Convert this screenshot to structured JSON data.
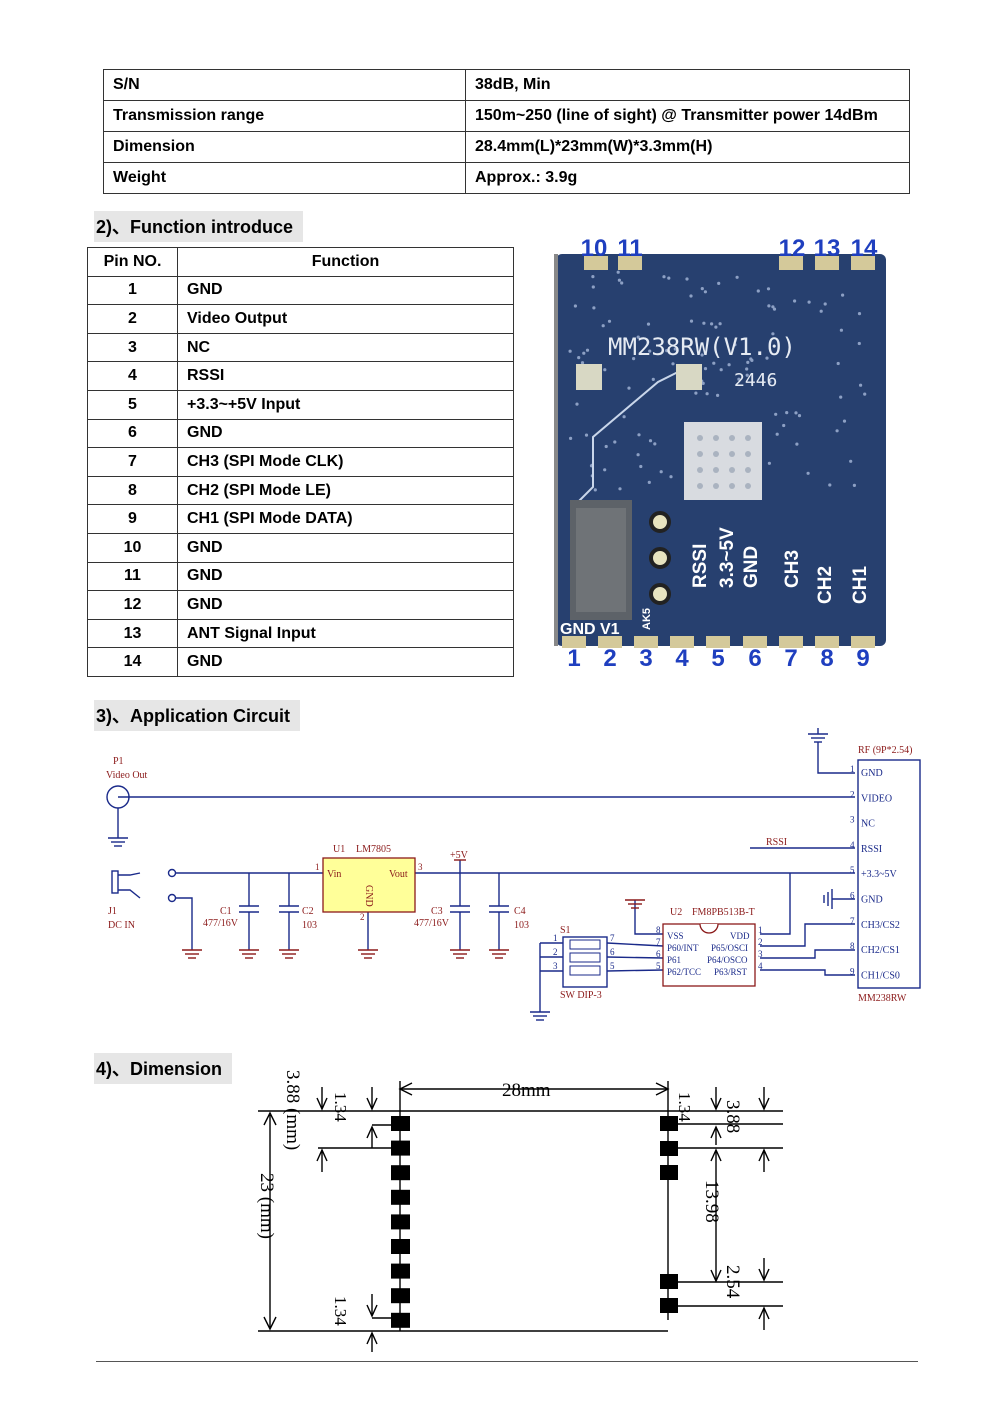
{
  "spec_table": [
    {
      "key": "S/N",
      "value": "38dB, Min"
    },
    {
      "key": "Transmission range",
      "value": "150m~250 (line of sight) @ Transmitter power 14dBm"
    },
    {
      "key": "Dimension",
      "value": "28.4mm(L)*23mm(W)*3.3mm(H)"
    },
    {
      "key": "Weight",
      "value": "Approx.: 3.9g"
    }
  ],
  "section2": {
    "title": "2)、Function introduce"
  },
  "pin_table": {
    "headers": [
      "Pin NO.",
      "Function"
    ],
    "rows": [
      {
        "no": "1",
        "fn": "GND"
      },
      {
        "no": "2",
        "fn": "Video Output"
      },
      {
        "no": "3",
        "fn": "NC"
      },
      {
        "no": "4",
        "fn": "RSSI"
      },
      {
        "no": "5",
        "fn": "+3.3~+5V Input"
      },
      {
        "no": "6",
        "fn": "GND"
      },
      {
        "no": "7",
        "fn": "CH3 (SPI Mode CLK)"
      },
      {
        "no": "8",
        "fn": "CH2 (SPI Mode LE)"
      },
      {
        "no": "9",
        "fn": "CH1 (SPI Mode DATA)"
      },
      {
        "no": "10",
        "fn": "GND"
      },
      {
        "no": "11",
        "fn": "GND"
      },
      {
        "no": "12",
        "fn": "GND"
      },
      {
        "no": "13",
        "fn": "ANT Signal Input"
      },
      {
        "no": "14",
        "fn": "GND"
      }
    ]
  },
  "module_photo": {
    "top_pin_numbers": [
      "10",
      "11",
      "12",
      "13",
      "14"
    ],
    "bottom_pin_numbers": [
      "1",
      "2",
      "3",
      "4",
      "5",
      "6",
      "7",
      "8",
      "9"
    ],
    "model": "MM238RW(V1.0)",
    "date_code": "2446",
    "silk_labels": [
      "RSSI",
      "3.3~5V",
      "GND",
      "CH3",
      "CH2",
      "CH1"
    ],
    "silk_bottom": "GND V1",
    "silk_small": "AK5",
    "board_color": "#27406f"
  },
  "section3": {
    "title": "3)、Application Circuit"
  },
  "circuit": {
    "p1_ref": "P1",
    "p1_name": "Video Out",
    "j1_ref": "J1",
    "j1_name": "DC IN",
    "u1_ref": "U1",
    "u1_part": "LM7805",
    "u1_vin": "Vin",
    "u1_vout": "Vout",
    "u1_gnd": "GND",
    "c1_ref": "C1",
    "c1_val": "477/16V",
    "c2_ref": "C2",
    "c2_val": "103",
    "c3_ref": "C3",
    "c3_val": "477/16V",
    "c4_ref": "C4",
    "c4_val": "103",
    "plus5v": "+5V",
    "rssi_net": "RSSI",
    "u2_ref": "U2",
    "u2_part": "FM8PB513B-T",
    "u2_left": [
      "VSS",
      "P60/INT",
      "P61",
      "P62/TCC"
    ],
    "u2_right": [
      "VDD",
      "P65/OSCI",
      "P64/OSCO",
      "P63/RST"
    ],
    "u2_left_pins": [
      "8",
      "7",
      "6",
      "5"
    ],
    "u2_right_pins": [
      "1",
      "2",
      "3",
      "4"
    ],
    "s1_ref": "S1",
    "s1_name": "SW DIP-3",
    "s1_left_pins": [
      "1",
      "2",
      "3"
    ],
    "s1_right_pins": [
      "7",
      "6",
      "5"
    ],
    "rf_header": "RF (9P*2.54)",
    "rf_pins": [
      "1",
      "2",
      "3",
      "4",
      "5",
      "6",
      "7",
      "8",
      "9"
    ],
    "rf_labels": [
      "GND",
      "VIDEO",
      "NC",
      "RSSI",
      "+3.3~5V",
      "GND",
      "CH3/CS2",
      "CH2/CS1",
      "CH1/CS0"
    ],
    "rf_module": "MM238RW",
    "u1_pins": [
      "1",
      "2",
      "3"
    ],
    "wire_color": "#1a2a8a",
    "label_color": "#8b1a1a"
  },
  "section4": {
    "title": "4)、Dimension"
  },
  "dimension": {
    "width": "28mm",
    "height": "23 (mm)",
    "top_left": "3.88 (mm)",
    "pitch": "1.34",
    "right_top": "3.88",
    "right_mid": "13.98",
    "right_bottom": "2.54"
  }
}
